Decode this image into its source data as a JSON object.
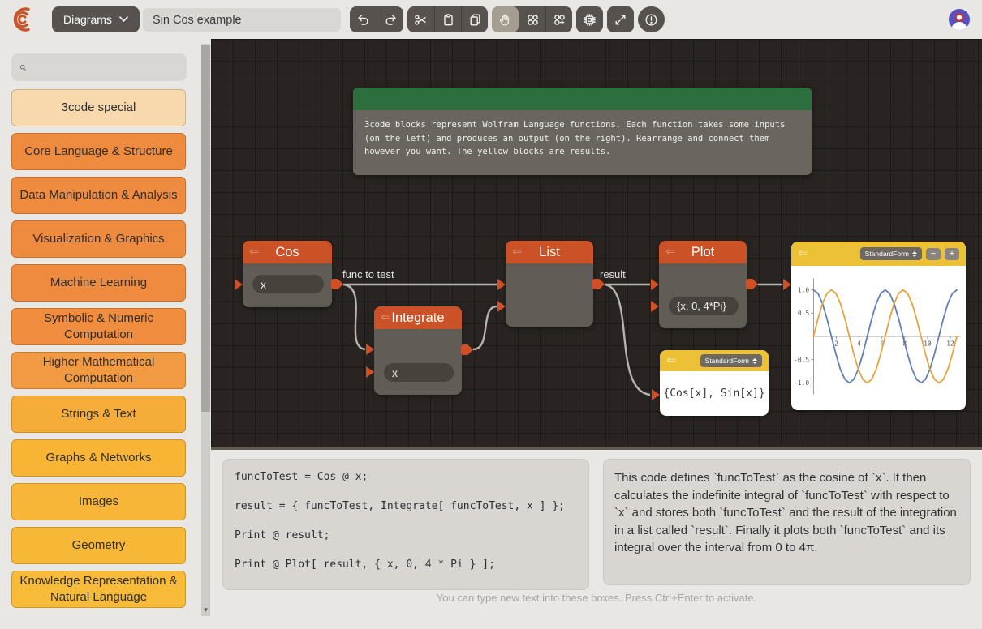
{
  "topbar": {
    "diagrams_label": "Diagrams",
    "title_value": "Sin Cos example",
    "tools": [
      "undo",
      "redo",
      "cut",
      "clipboard",
      "duplicate",
      "pan",
      "group-blocks",
      "add-block",
      "evaluate",
      "fullscreen",
      "info"
    ]
  },
  "sidebar": {
    "search_placeholder": "",
    "items": [
      {
        "label": "3code special",
        "color": "#f8d9ad"
      },
      {
        "label": "Core Language & Structure",
        "color": "#ef8b3f"
      },
      {
        "label": "Data Manipulation & Analysis",
        "color": "#ef8b3f"
      },
      {
        "label": "Visualization & Graphics",
        "color": "#ef8b3f"
      },
      {
        "label": "Machine Learning",
        "color": "#ef8b3f"
      },
      {
        "label": "Symbolic & Numeric Computation",
        "color": "#f08d3e"
      },
      {
        "label": "Higher Mathematical Computation",
        "color": "#f29a41"
      },
      {
        "label": "Strings & Text",
        "color": "#f6ac38"
      },
      {
        "label": "Graphs & Networks",
        "color": "#f7b435"
      },
      {
        "label": "Images",
        "color": "#f7b637"
      },
      {
        "label": "Geometry",
        "color": "#f7b838"
      },
      {
        "label": "Knowledge Representation & Natural Language",
        "color": "#f7ba39"
      }
    ]
  },
  "canvas": {
    "info_card": {
      "text": "3code blocks represent Wolfram Language functions. Each function takes some inputs\n(on the left) and produces an output (on the right). Rearrange and connect them\nhowever you want. The yellow blocks are results."
    },
    "nodes": {
      "cos": {
        "title": "Cos",
        "input_value": "x"
      },
      "integrate": {
        "title": "Integrate",
        "input_value": "x"
      },
      "list": {
        "title": "List"
      },
      "plot": {
        "title": "Plot",
        "input_value": "{x, 0, 4*Pi}"
      }
    },
    "wire_labels": {
      "func_to_test": "func to test",
      "result": "result"
    }
  },
  "stdform_result": {
    "selector": "StandardForm",
    "value": "{Cos[x], Sin[x]}"
  },
  "plot_result": {
    "selector": "StandardForm",
    "zoom_out": "−",
    "zoom_in": "+",
    "chart_data": {
      "type": "line",
      "xlabel": "",
      "ylabel": "",
      "xlim": [
        0,
        12.9
      ],
      "ylim": [
        -1.25,
        1.25
      ],
      "xticks": [
        2,
        4,
        6,
        8,
        10,
        12
      ],
      "yticks": [
        1.0,
        0.5,
        -0.5,
        -1.0
      ],
      "x_start": 0,
      "x_step": 0.3927,
      "series": [
        {
          "name": "Cos[x]",
          "color": "#5e81b5",
          "values": [
            1,
            0.924,
            0.707,
            0.383,
            0,
            -0.383,
            -0.707,
            -0.924,
            -1,
            -0.924,
            -0.707,
            -0.383,
            0,
            0.383,
            0.707,
            0.924,
            1,
            0.924,
            0.707,
            0.383,
            0,
            -0.383,
            -0.707,
            -0.924,
            -1,
            -0.924,
            -0.707,
            -0.383,
            0,
            0.383,
            0.707,
            0.924,
            1
          ]
        },
        {
          "name": "Sin[x]",
          "color": "#e7a33c",
          "values": [
            0,
            0.383,
            0.707,
            0.924,
            1,
            0.924,
            0.707,
            0.383,
            0,
            -0.383,
            -0.707,
            -0.924,
            -1,
            -0.924,
            -0.707,
            -0.383,
            0,
            0.383,
            0.707,
            0.924,
            1,
            0.924,
            0.707,
            0.383,
            0,
            -0.383,
            -0.707,
            -0.924,
            -1,
            -0.924,
            -0.707,
            -0.383,
            0
          ]
        }
      ]
    }
  },
  "bottom": {
    "code_lines": [
      "funcToTest = Cos @ x;",
      "result = { funcToTest, Integrate[ funcToTest, x ] };",
      "Print @ result;",
      "Print @ Plot[ result, { x, 0, 4 * Pi } ];"
    ],
    "description": "This code defines `funcToTest` as the cosine of `x`. It then calculates the indefinite integral of `funcToTest` with respect to `x` and stores both `funcToTest` and the result of the integration in a list called `result`.  Finally it plots both `funcToTest` and its integral over the interval from 0 to 4π.",
    "caption": "You can type new text into these boxes. Press Ctrl+Enter to activate."
  },
  "colors": {
    "node_header": "#cb5226",
    "result_header": "#edc136",
    "info_header": "#2d6e3d",
    "port": "#d04f26",
    "wire": "#b7b3ae",
    "curve_blue": "#5e81b5",
    "curve_orange": "#e7a33c",
    "sidebar_highlight": "#f8d9ad"
  }
}
